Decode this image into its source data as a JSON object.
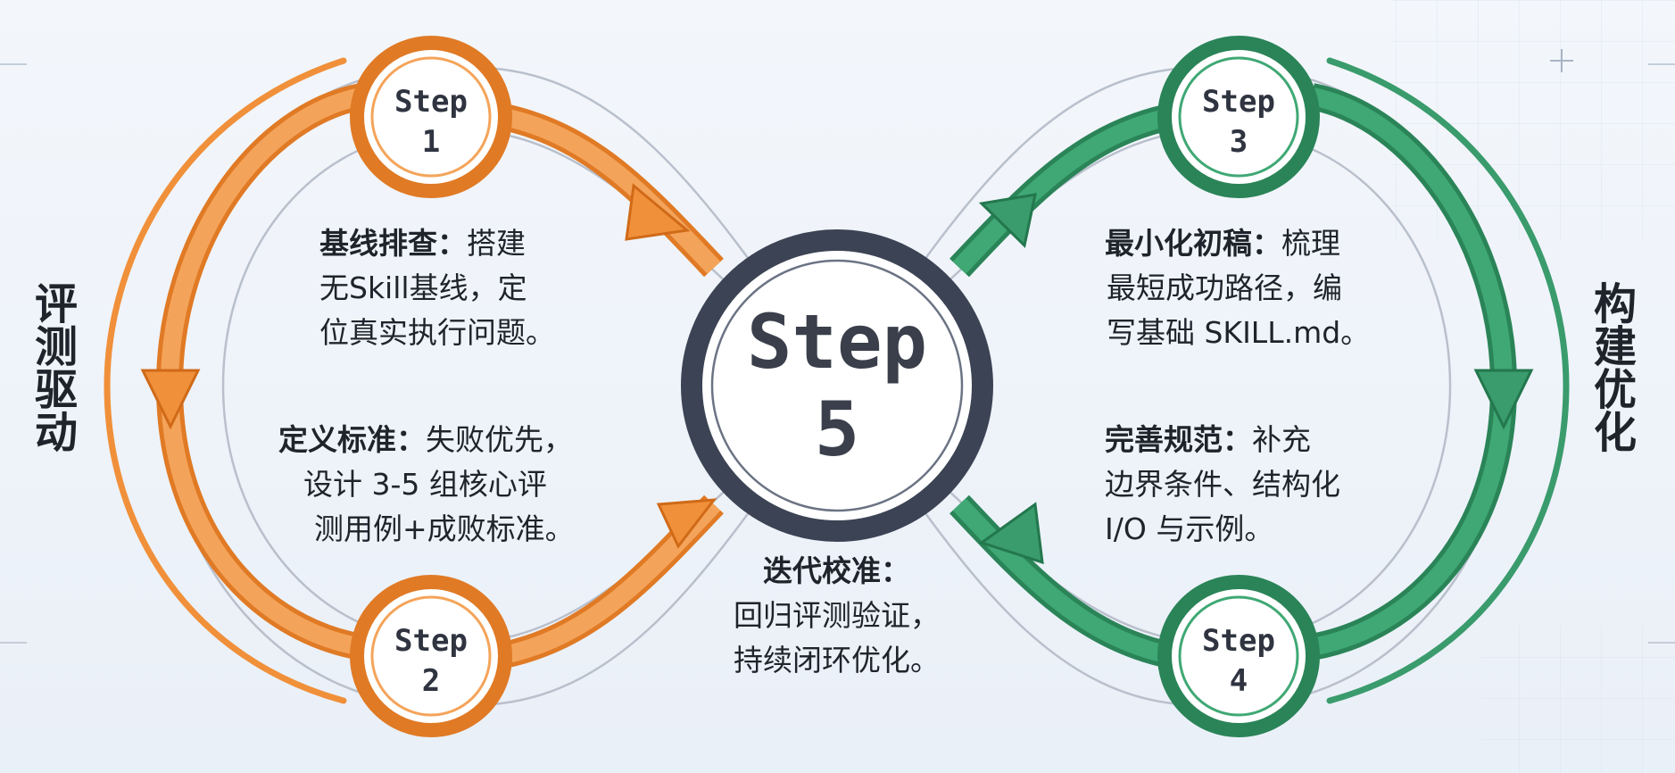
{
  "side_labels": {
    "left": "评测驱动",
    "right": "构建优化"
  },
  "steps": {
    "s1": {
      "word": "Step",
      "num": "1"
    },
    "s2": {
      "word": "Step",
      "num": "2"
    },
    "s3": {
      "word": "Step",
      "num": "3"
    },
    "s4": {
      "word": "Step",
      "num": "4"
    },
    "s5": {
      "word": "Step",
      "num": "5"
    }
  },
  "descriptions": {
    "baseline": {
      "title": "基线排查：",
      "line1": "搭建",
      "line2": "无Skill基线，定",
      "line3": "位真实执行问题。"
    },
    "criteria": {
      "title": "定义标准：",
      "line1": "失败优先，",
      "line2": "设计 3-5 组核心评",
      "line3": "测用例+成败标准。"
    },
    "draft": {
      "title": "最小化初稿：",
      "line1": "梳理",
      "line2": "最短成功路径，编",
      "line3": "写基础 SKILL.md。"
    },
    "refine": {
      "title": "完善规范：",
      "line1": "补充",
      "line2": "边界条件、结构化",
      "line3": "I/O 与示例。"
    },
    "iterate": {
      "title": "迭代校准：",
      "line1": "回归评测验证，",
      "line2": "持续闭环优化。"
    }
  },
  "colors": {
    "orange": "#f0903a",
    "orange_dark": "#e07a25",
    "green": "#3a9b6c",
    "green_dark": "#2a8458",
    "center_ring": "#3b4354",
    "guide_line": "#b9c0cc"
  }
}
